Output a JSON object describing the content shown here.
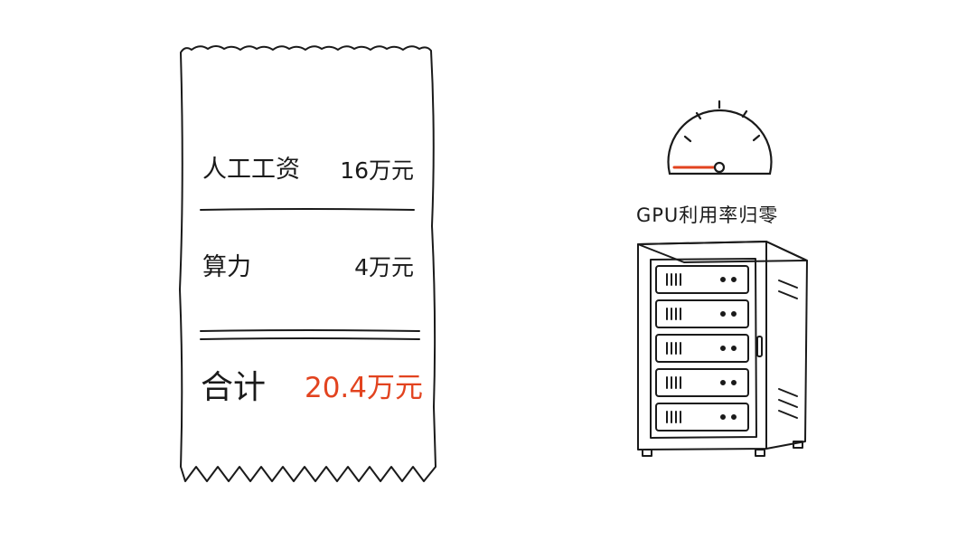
{
  "receipt": {
    "items": [
      {
        "label": "人工工资",
        "value": "16万元"
      },
      {
        "label": "算力",
        "value": "4万元"
      }
    ],
    "total": {
      "label": "合计",
      "value": "20.4万元"
    }
  },
  "gauge": {
    "label": "GPU利用率归零",
    "level_percent": 0,
    "needle_color": "#e2431f"
  },
  "server_rack": {
    "units": 5
  },
  "colors": {
    "ink": "#1a1a1a",
    "accent": "#e2431f",
    "background": "#ffffff"
  }
}
